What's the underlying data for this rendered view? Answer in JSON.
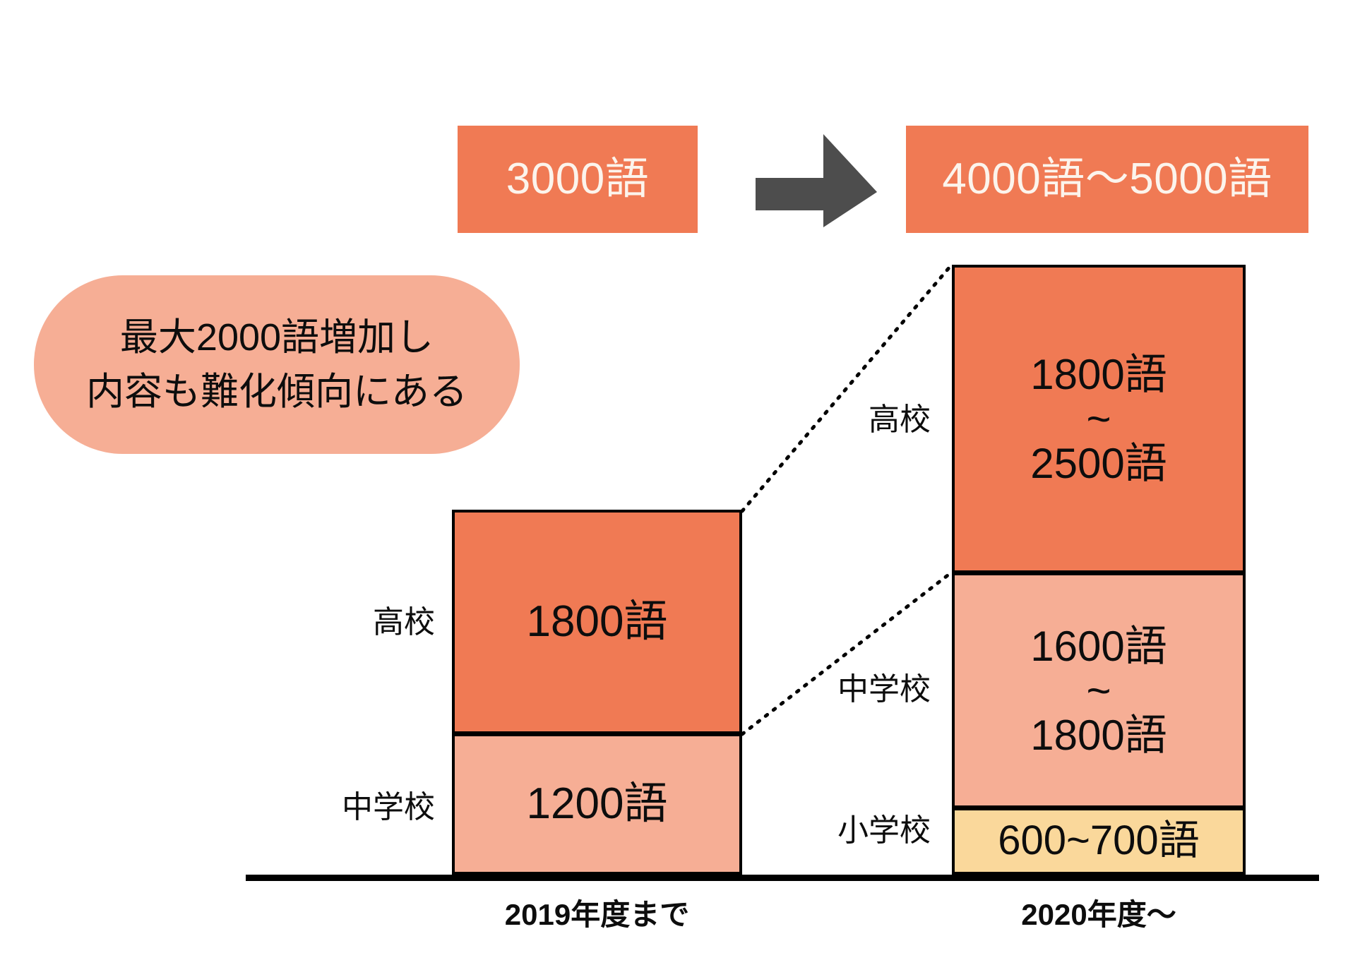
{
  "header": {
    "before_label": "3000語",
    "arrow_icon": "right-arrow-icon",
    "after_label": "4000語～5000語"
  },
  "callout": {
    "line1": "最大2000語増加し",
    "line2": "内容も難化傾向にある"
  },
  "chart_data": {
    "type": "bar",
    "subtype": "stacked-bar",
    "title": "",
    "xlabel": "",
    "ylabel": "",
    "grid": false,
    "legend": "none",
    "categories": [
      "2019年度まで",
      "2020年度～"
    ],
    "series": [
      {
        "name": "小学校",
        "values": [
          0,
          650
        ],
        "value_labels": [
          "",
          "600~700語"
        ],
        "range": [
          600,
          700
        ],
        "color": "#FAD89B"
      },
      {
        "name": "中学校",
        "values": [
          1200,
          1700
        ],
        "value_labels": [
          "1200語",
          "1600語\n~\n1800語"
        ],
        "range": [
          1600,
          1800
        ],
        "color": "#F6AE95"
      },
      {
        "name": "高校",
        "values": [
          1800,
          2150
        ],
        "value_labels": [
          "1800語",
          "1800語\n~\n2500語"
        ],
        "range": [
          1800,
          2500
        ],
        "color": "#F07A54"
      }
    ],
    "totals": [
      3000,
      4500
    ],
    "totals_labels": [
      "3000語",
      "4000語～5000語"
    ]
  },
  "left_bar": {
    "caption": "2019年度まで",
    "segments": [
      {
        "label": "高校",
        "line1": "1800語",
        "line2": "",
        "line3": ""
      },
      {
        "label": "中学校",
        "line1": "1200語",
        "line2": "",
        "line3": ""
      }
    ]
  },
  "right_bar": {
    "caption": "2020年度～",
    "segments": [
      {
        "label": "高校",
        "line1": "1800語",
        "line2": "~",
        "line3": "2500語"
      },
      {
        "label": "中学校",
        "line1": "1600語",
        "line2": "~",
        "line3": "1800語"
      },
      {
        "label": "小学校",
        "line1": "600~700語",
        "line2": "",
        "line3": ""
      }
    ]
  },
  "colors": {
    "orange": "#F07A54",
    "salmon": "#F6AE95",
    "yellow": "#FAD89B",
    "arrow_grey": "#4D4D4D",
    "outline": "#000000",
    "header_text": "#FCF4EC"
  }
}
